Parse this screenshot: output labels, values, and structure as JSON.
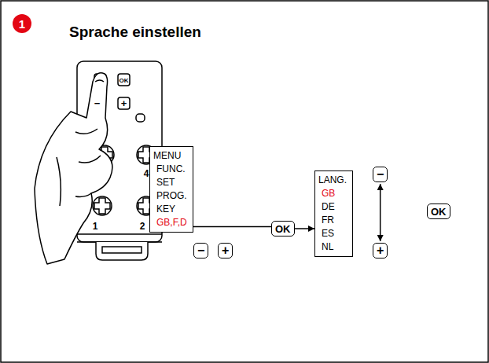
{
  "diagram": {
    "title": "Sprache einstellen",
    "nodes": [
      {
        "text": [
          "MENU",
          "FUNC.",
          "SET",
          "PROG.",
          "KEY",
          "GB,F,D"
        ]
      },
      {
        "text": [
          "−"
        ]
      },
      {
        "text": [
          "+"
        ]
      },
      {
        "text": [
          "OK"
        ]
      },
      {
        "text": [
          "LANG.",
          "GB",
          "DE",
          "FR",
          "ES",
          "NL"
        ]
      },
      {
        "text": [
          "−"
        ]
      },
      {
        "text": [
          "+"
        ]
      },
      {
        "text": [
          "OK"
        ]
      }
    ],
    "edges": [
      {
        "from": 0,
        "to": 3,
        "arrow": "none"
      },
      {
        "from": 3,
        "to": 4,
        "arrow": "to"
      },
      {
        "from": 5,
        "to": 6,
        "arrow": "both"
      }
    ],
    "labels": [
      "1",
      "OK",
      "−",
      "+",
      "4",
      "1",
      "2"
    ]
  }
}
